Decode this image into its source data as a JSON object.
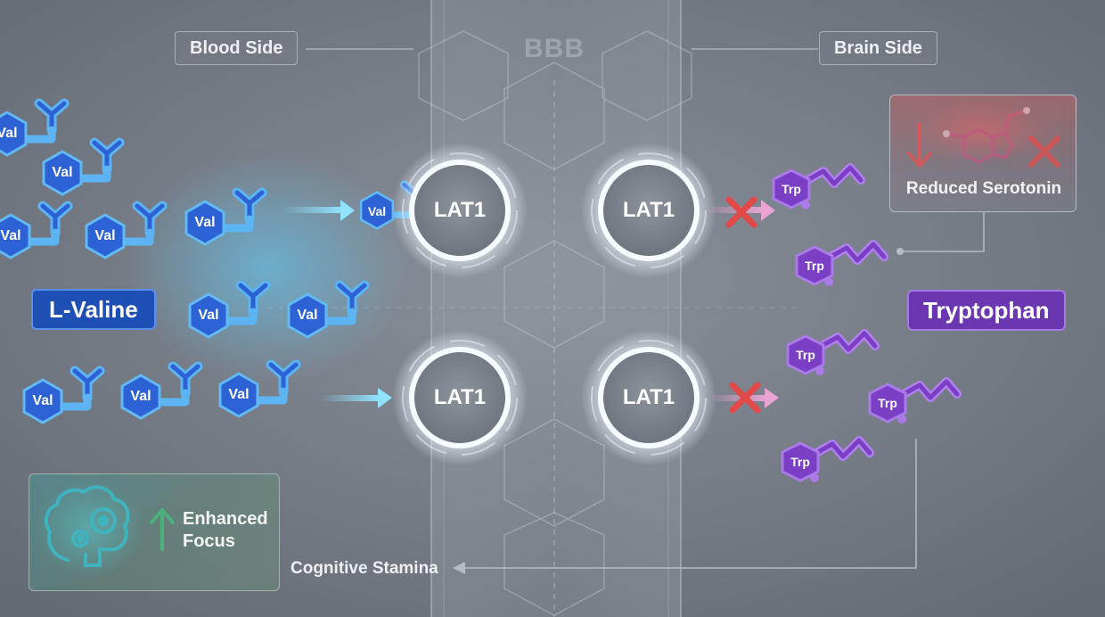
{
  "labels": {
    "blood_side": "Blood Side",
    "bbb": "BBB",
    "brain_side": "Brain Side",
    "l_valine": "L-Valine",
    "tryptophan": "Tryptophan",
    "reduced_serotonin": "Reduced Serotonin",
    "enhanced_focus_line1": "Enhanced",
    "enhanced_focus_line2": "Focus",
    "cognitive_stamina": "Cognitive Stamina"
  },
  "transporters": [
    "LAT1",
    "LAT1",
    "LAT1",
    "LAT1"
  ],
  "molecules": {
    "valine_label": "Val",
    "tryptophan_label": "Trp"
  },
  "colors": {
    "background": "#6f7580",
    "valine_blue": "#2c62d6",
    "valine_outline": "#4aa8ee",
    "tryptophan_purple": "#7a3fc4",
    "tryptophan_outline": "#a46ae8",
    "blocked_red": "#e04848",
    "up_green": "#3fcf7a",
    "down_red": "#e85050",
    "flow_cyan": "#6fd3f5"
  },
  "icons": {
    "blocked": "x-mark-icon",
    "decrease": "arrow-down-icon",
    "increase": "arrow-up-icon",
    "serotonin": "serotonin-molecule-icon",
    "brain": "brain-gear-icon"
  }
}
